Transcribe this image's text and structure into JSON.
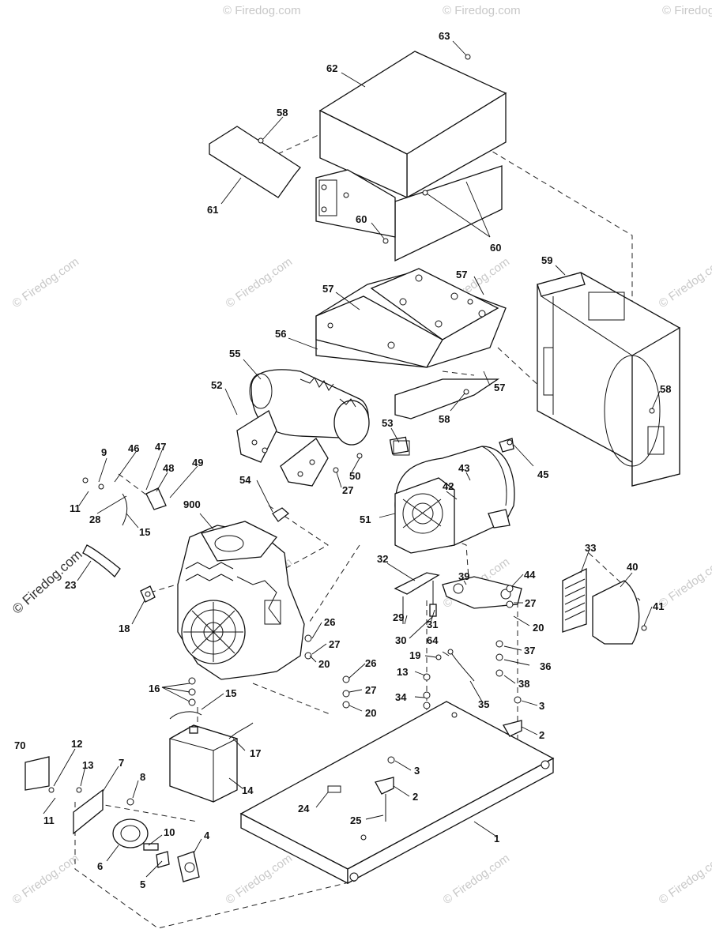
{
  "watermark": {
    "text": "© Firedog.com",
    "main_text": "© Firedog.com"
  },
  "callouts": [
    "1",
    "2",
    "2",
    "3",
    "3",
    "4",
    "5",
    "6",
    "7",
    "8",
    "9",
    "10",
    "11",
    "11",
    "12",
    "13",
    "13",
    "14",
    "15",
    "15",
    "16",
    "17",
    "18",
    "19",
    "20",
    "20",
    "20",
    "20",
    "23",
    "24",
    "25",
    "26",
    "26",
    "27",
    "27",
    "27",
    "27",
    "27",
    "28",
    "29",
    "30",
    "31",
    "32",
    "33",
    "34",
    "35",
    "36",
    "37",
    "38",
    "39",
    "40",
    "41",
    "42",
    "43",
    "44",
    "45",
    "46",
    "47",
    "48",
    "49",
    "50",
    "51",
    "53",
    "54",
    "55",
    "56",
    "57",
    "57",
    "57",
    "58",
    "58",
    "58",
    "59",
    "60",
    "60",
    "61",
    "62",
    "63",
    "64",
    "70",
    "900",
    "52"
  ],
  "colors": {
    "line": "#111111",
    "background": "#ffffff",
    "watermark": "#c8c8c8"
  }
}
